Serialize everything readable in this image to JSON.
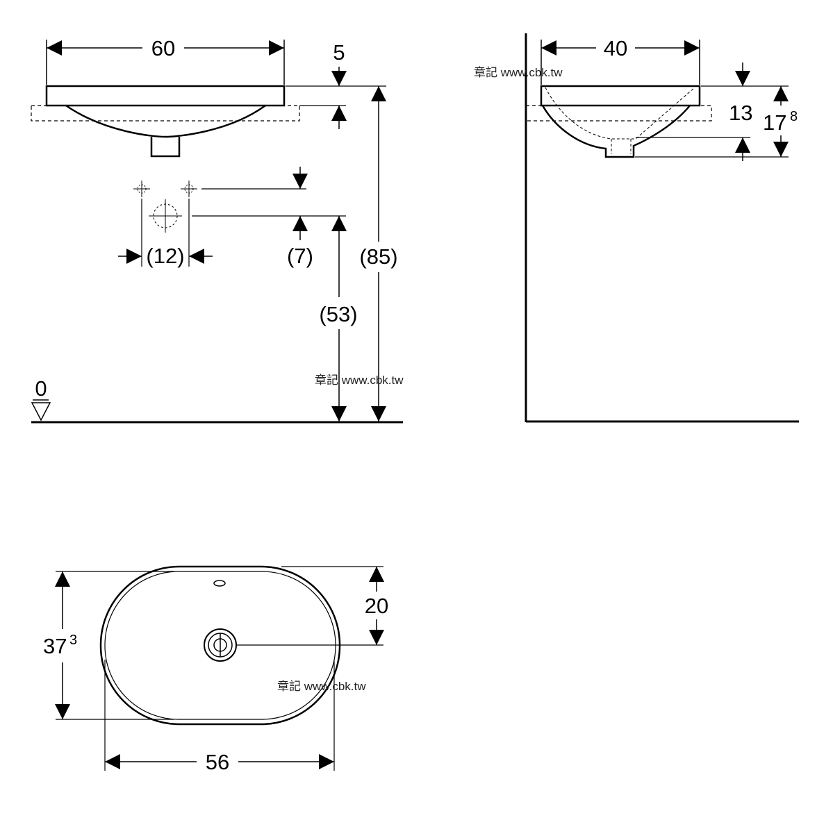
{
  "front_view": {
    "width_label": "60",
    "rim_thickness_label": "5",
    "tap_spacing_label": "(12)",
    "tap_offset_label": "(7)",
    "drain_height_label": "(53)",
    "total_height_label": "(85)",
    "floor_level_label": "0"
  },
  "side_view": {
    "depth_label": "40",
    "bowl_depth_label": "13",
    "total_depth_label_main": "17",
    "total_depth_label_sup": "8"
  },
  "top_view": {
    "height_label_main": "37",
    "height_label_sup": "3",
    "drain_offset_label": "20",
    "width_label": "56"
  },
  "watermark": "章記 www.cbk.tw"
}
